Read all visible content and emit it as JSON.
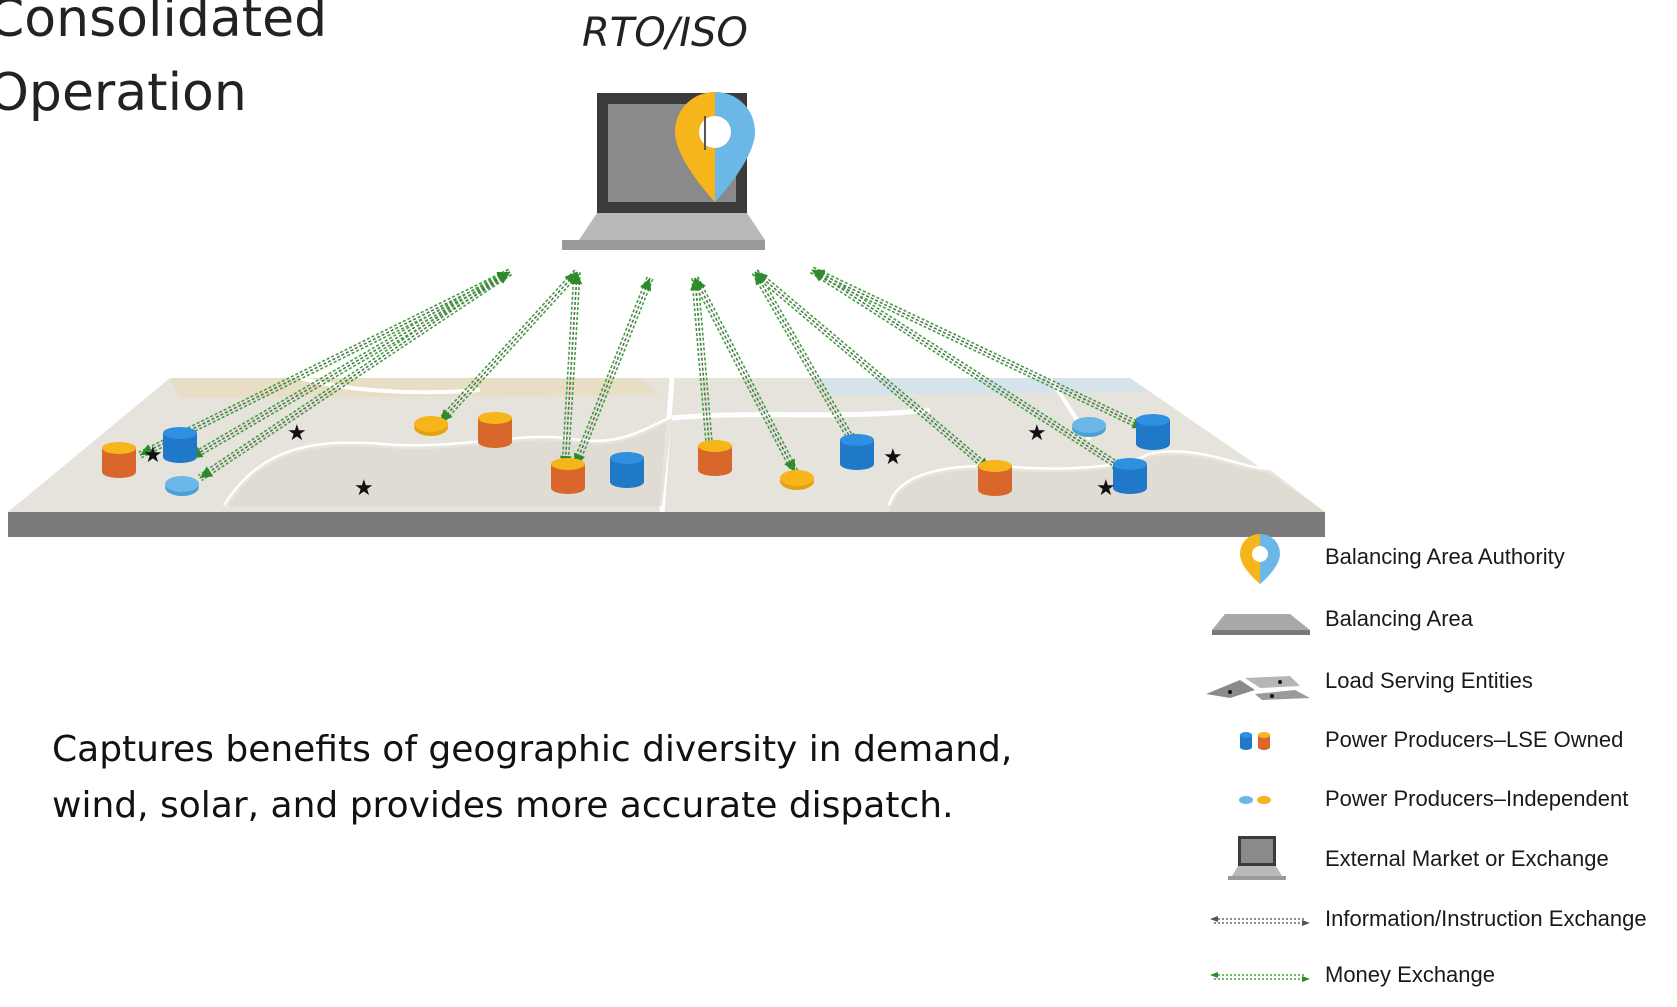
{
  "title": "Consolidated\nOperation",
  "rto_label": "RTO/ISO",
  "caption": "Captures benefits of geographic diversity in demand, wind, solar, and provides more accurate dispatch.",
  "colors": {
    "lse_owned_blue": "#1f78c8",
    "lse_owned_orange": "#d9662a",
    "independent_yellow": "#f5b51b",
    "independent_lightblue": "#6ab7e8",
    "money_green": "#3aa536",
    "info_gray": "#666666",
    "map_base": "#e6e3dc",
    "map_shadow": "#7a7a7a"
  },
  "legend": [
    {
      "icon": "balancing-area-authority-icon",
      "label": "Balancing Area Authority"
    },
    {
      "icon": "balancing-area-icon",
      "label": "Balancing Area"
    },
    {
      "icon": "load-serving-entities-icon",
      "label": "Load Serving Entities"
    },
    {
      "icon": "power-producers-lse-owned-icon",
      "label": "Power Producers–LSE Owned"
    },
    {
      "icon": "power-producers-independent-icon",
      "label": "Power Producers–Independent"
    },
    {
      "icon": "external-market-icon",
      "label": "External Market or Exchange"
    },
    {
      "icon": "information-exchange-icon",
      "label": "Information/Instruction Exchange"
    },
    {
      "icon": "money-exchange-icon",
      "label": "Money Exchange"
    }
  ]
}
